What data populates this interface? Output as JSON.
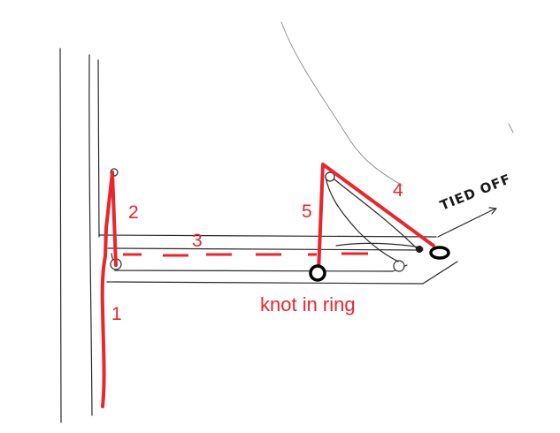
{
  "labels": {
    "n1": "1",
    "n2": "2",
    "n3": "3",
    "n4": "4",
    "n5": "5",
    "knot_in_ring": "knot in ring",
    "tied_off": "TIED OFF"
  },
  "colors": {
    "rope": "#e8262b",
    "pencil": "#2a2a2a",
    "ring": "#000000",
    "background": "#ffffff"
  }
}
